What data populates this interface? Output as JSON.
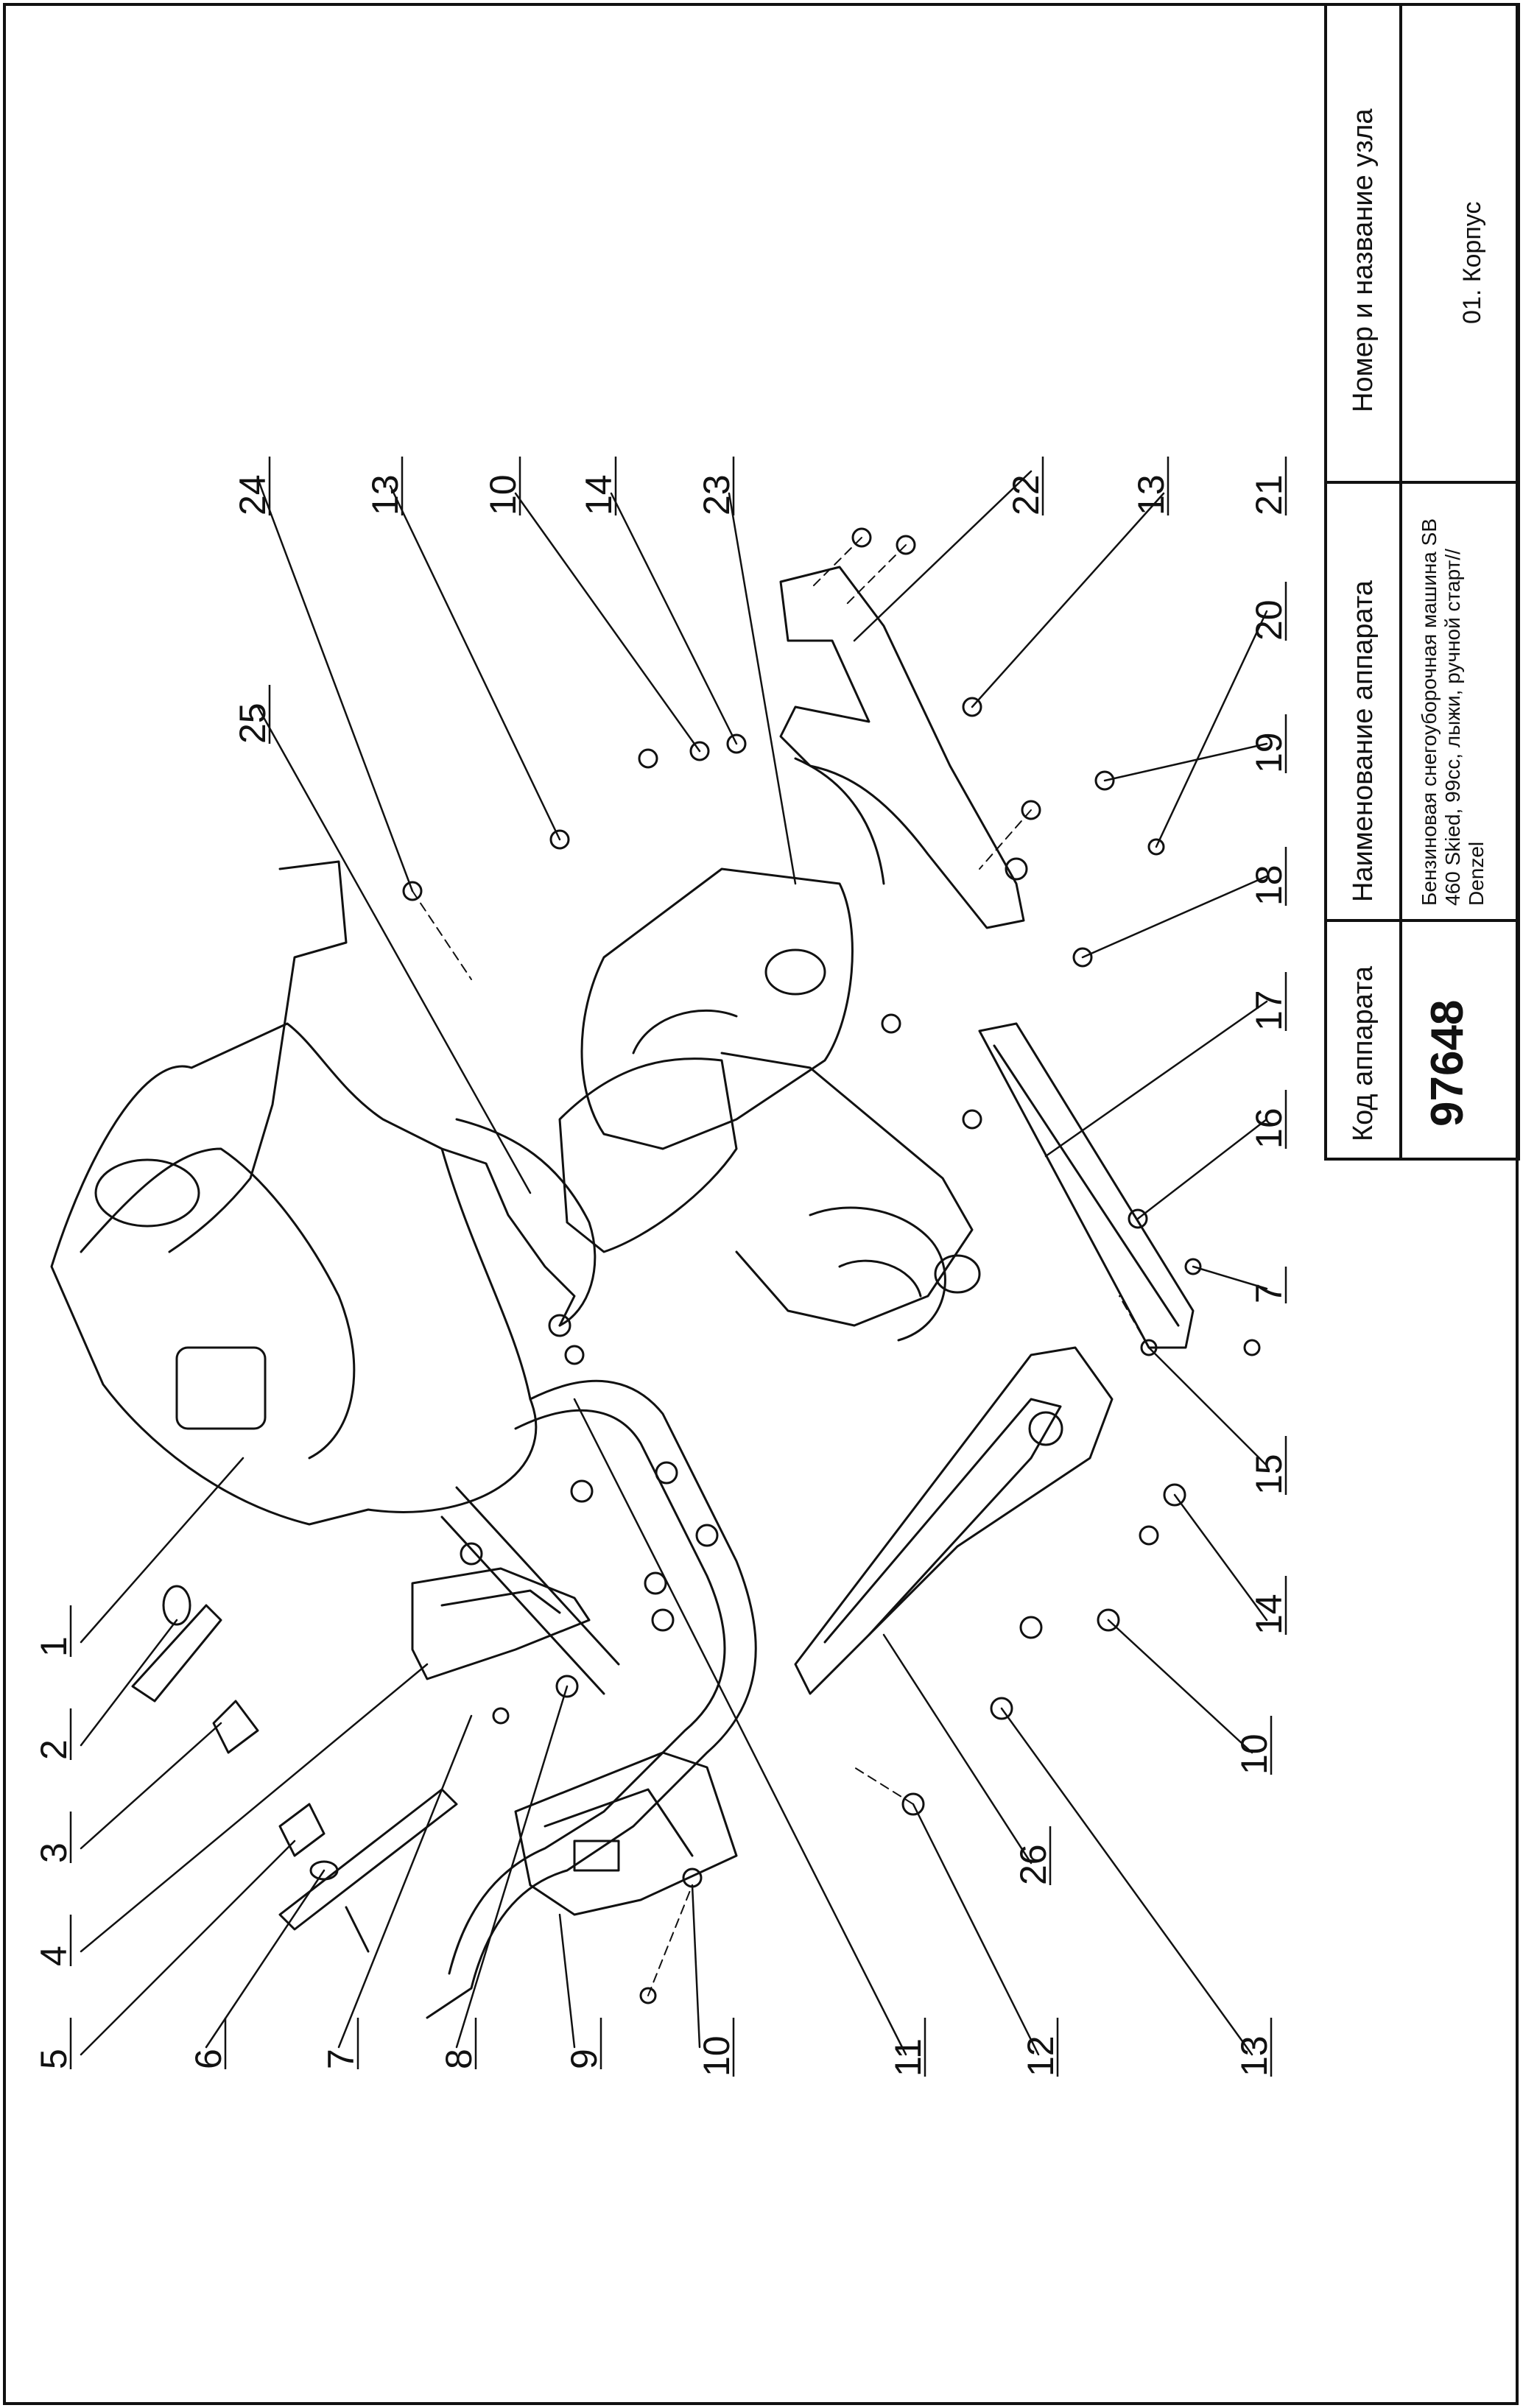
{
  "title_block": {
    "code_header": "Код аппарата",
    "code_value": "97648",
    "name_header": "Наименование аппарата",
    "name_value": "Бензиновая снегоуборочная машина SB 460 Skied, 99cc, лыжи, ручной старт// Denzel",
    "unit_header": "Номер и название узла",
    "unit_value": "01. Корпус"
  },
  "callouts": {
    "c1": "1",
    "c2": "2",
    "c3": "3",
    "c4": "4",
    "c5": "5",
    "c6": "6",
    "c7a": "7",
    "c8": "8",
    "c9": "9",
    "c10a": "10",
    "c11": "11",
    "c12": "12",
    "c13a": "13",
    "c26": "26",
    "c10b": "10",
    "c14a": "14",
    "c15": "15",
    "c7b": "7",
    "c16": "16",
    "c17": "17",
    "c18": "18",
    "c19": "19",
    "c20": "20",
    "c21": "21",
    "c13b": "13",
    "c22": "22",
    "c23": "23",
    "c14b": "14",
    "c10c": "10",
    "c13c": "13",
    "c24": "24",
    "c25": "25"
  }
}
